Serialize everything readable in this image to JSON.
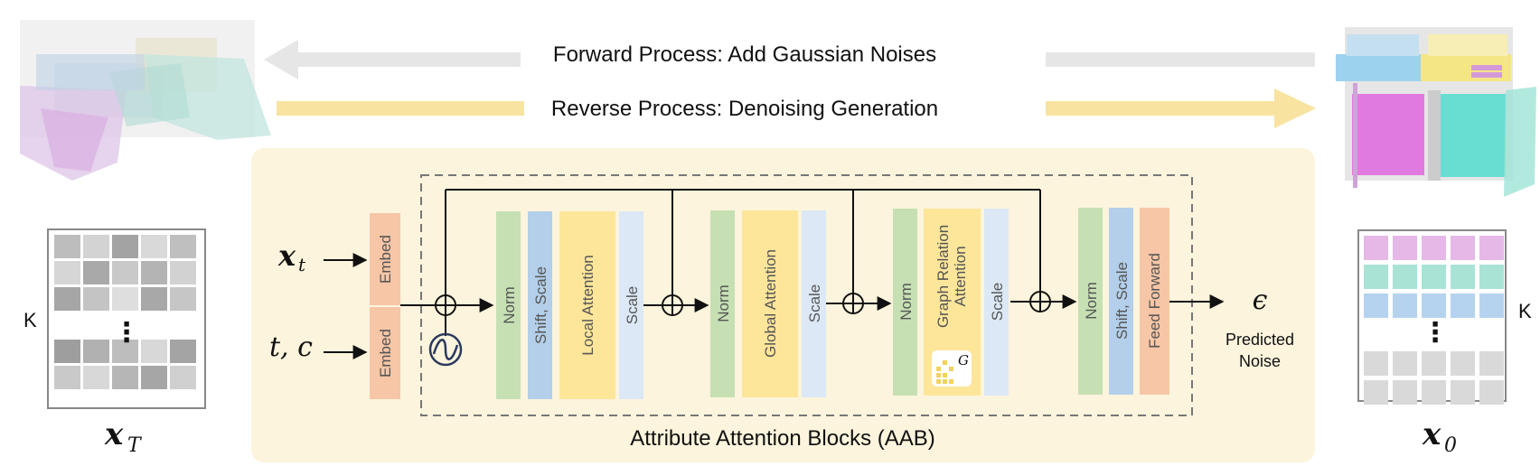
{
  "diagram": {
    "forward_label": "Forward Process: Add Gaussian Noises",
    "reverse_label": "Reverse Process: Denoising Generation",
    "blocks_caption": "Attribute Attention Blocks (AAB)",
    "inputs": {
      "xt": "x",
      "xt_sub": "t",
      "tc": "t, c"
    },
    "embed_label": "Embed",
    "output": {
      "epsilon": "ϵ",
      "line1": "Predicted",
      "line2": "Noise"
    },
    "left_matrix": {
      "k_label": "K",
      "dots": "⋮",
      "caption": "x",
      "caption_sub": "T"
    },
    "right_matrix": {
      "k_label": "K",
      "dots": "⋮",
      "caption": "x",
      "caption_sub": "0"
    },
    "stage1": {
      "norm": "Norm",
      "shift": "Shift, Scale",
      "attn": "Local Attention",
      "scale": "Scale"
    },
    "stage2": {
      "norm": "Norm",
      "attn": "Global Attention",
      "scale": "Scale"
    },
    "stage3": {
      "norm": "Norm",
      "attn_line1": "Graph Relation",
      "attn_line2": "Attention",
      "graph_symbol": "G",
      "scale": "Scale"
    },
    "stage4": {
      "norm": "Norm",
      "shift": "Shift, Scale",
      "ff": "Feed Forward"
    },
    "colors": {
      "panel": "#fcf4dc",
      "norm": "#c6e0b4",
      "shift": "#b3cfe9",
      "attn": "#fde69a",
      "scale": "#dce8f5",
      "embed": "#f6c6a6",
      "ff": "#f6c6a6",
      "forward_arrow": "#e6e6e6",
      "reverse_arrow": "#f8e3a0"
    }
  }
}
